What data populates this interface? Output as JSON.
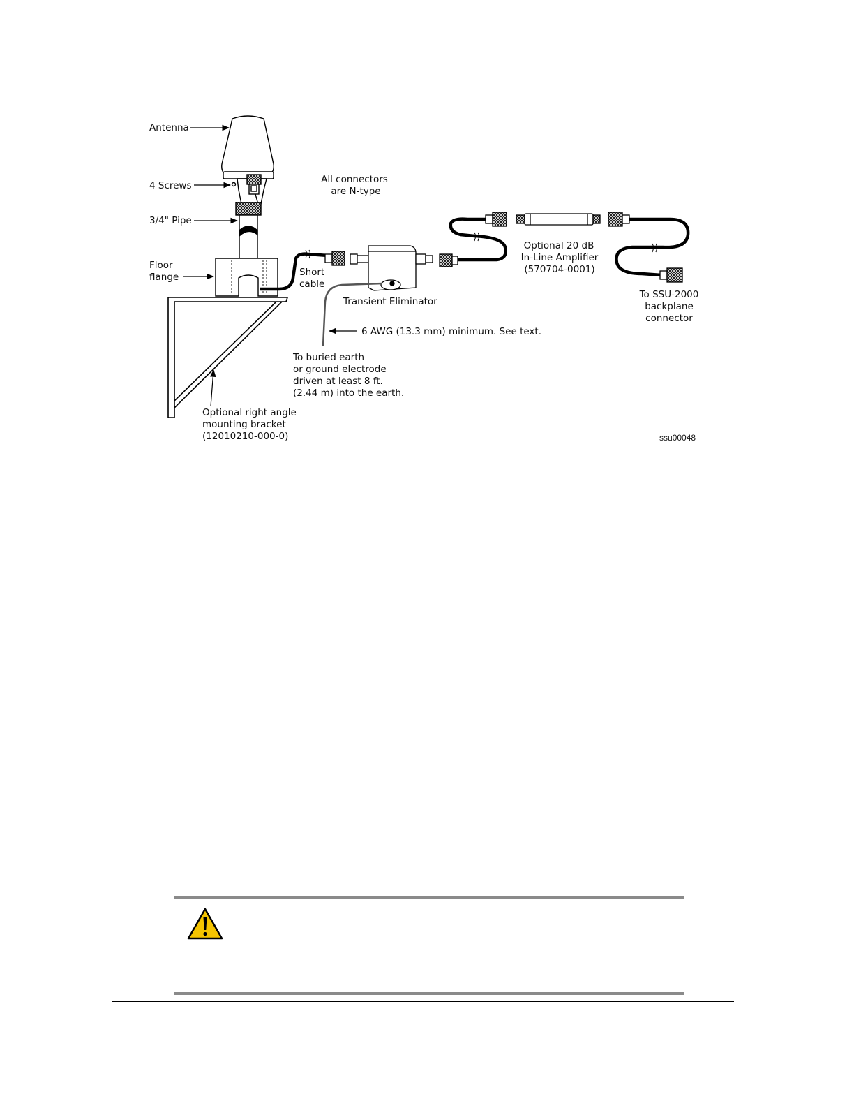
{
  "labels": {
    "antenna": "Antenna",
    "screws": "4 Screws",
    "pipe": "3/4\" Pipe",
    "floor_1": "Floor",
    "floor_2": "flange",
    "connectors_1": "All connectors",
    "connectors_2": "are N-type",
    "short_1": "Short",
    "short_2": "cable",
    "transient": "Transient Eliminator",
    "amp_1": "Optional 20 dB",
    "amp_2": "In-Line Amplifier",
    "amp_3": "(570704-0001)",
    "ssu_1": "To SSU-2000",
    "ssu_2": "backplane",
    "ssu_3": "connector",
    "awg": "6 AWG (13.3 mm) minimum. See text.",
    "earth_1": "To buried earth",
    "earth_2": "or ground electrode",
    "earth_3": "driven at least 8 ft.",
    "earth_4": "(2.44 m) into the earth.",
    "bracket_1": "Optional right angle",
    "bracket_2": "mounting bracket",
    "bracket_3": "(12010210-000-0)",
    "figure_id": "ssu00048"
  },
  "caution": {
    "icon": "warning-triangle-icon",
    "color": "#f5c400"
  }
}
